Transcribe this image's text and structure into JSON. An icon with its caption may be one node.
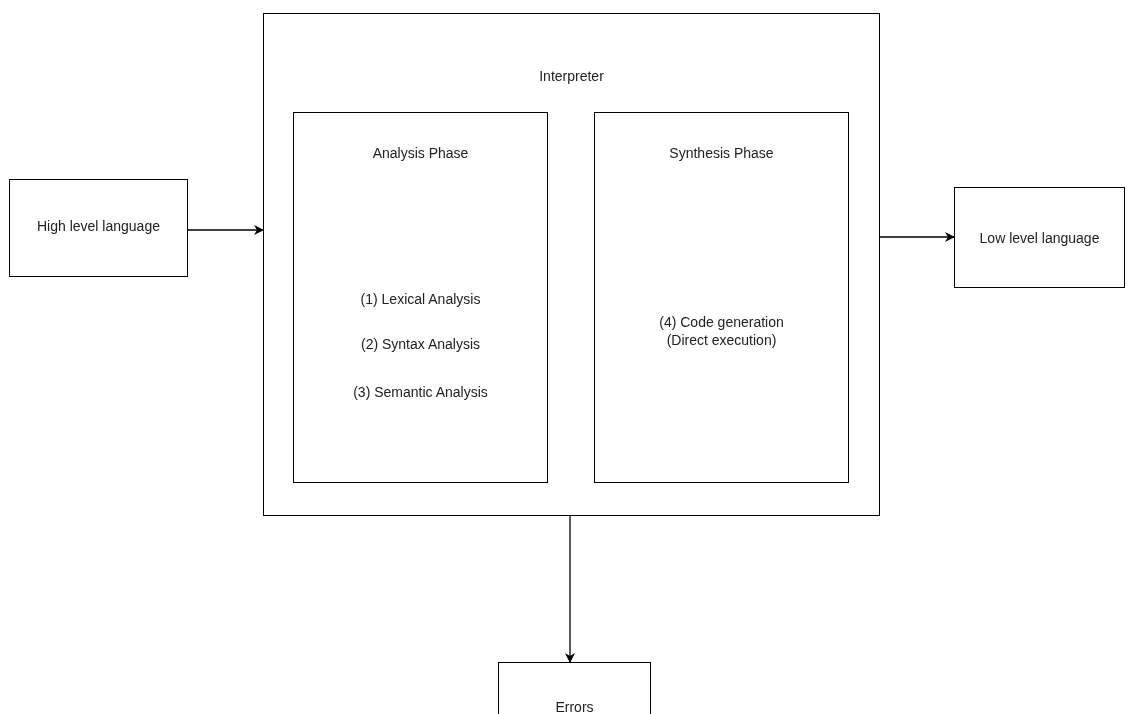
{
  "diagram": {
    "nodes": [
      {
        "text": [
          "High level language"
        ]
      },
      {
        "text": [
          "Interpreter"
        ]
      },
      {
        "text": [
          "Analysis Phase",
          "(1) Lexical Analysis",
          "(2) Syntax Analysis",
          "(3) Semantic Analysis"
        ],
        "in": 1
      },
      {
        "text": [
          "Synthesis Phase",
          "(4) Code generation (Direct execution)"
        ],
        "in": 1
      },
      {
        "text": [
          "Low level language"
        ]
      },
      {
        "text": [
          "Errors"
        ]
      }
    ],
    "edges": [
      {
        "from": 0,
        "to": 1,
        "arrow": "to"
      },
      {
        "from": 1,
        "to": 4,
        "arrow": "to"
      },
      {
        "from": 1,
        "to": 5,
        "arrow": "to"
      }
    ]
  }
}
